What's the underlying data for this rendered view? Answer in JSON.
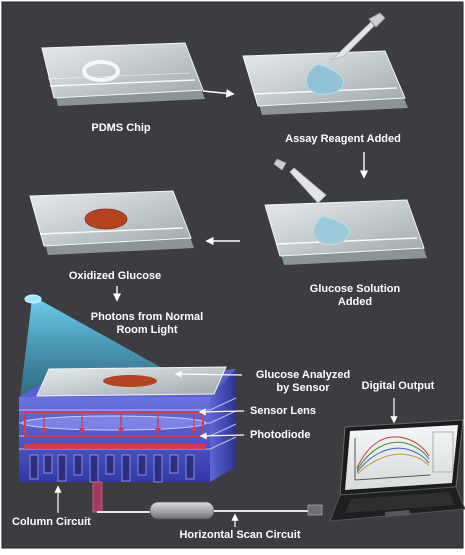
{
  "colors": {
    "background": "#3d3c40",
    "chip_glass": "#cdd3d6",
    "reagent": "#8fc2d6",
    "oxidized": "#b3441f",
    "light_beam": "#4ec3ea",
    "sensor_body": "#4b52c9",
    "sensor_red": "#d23a4e"
  },
  "labels": {
    "pdms_chip": "PDMS Chip",
    "assay_reagent": "Assay Reagent Added",
    "glucose_solution_line1": "Glucose Solution",
    "glucose_solution_line2": "Added",
    "oxidized_glucose": "Oxidized Glucose",
    "photons_line1": "Photons from Normal",
    "photons_line2": "Room Light",
    "glucose_analyzed_line1": "Glucose Analyzed",
    "glucose_analyzed_line2": "by Sensor",
    "sensor_lens": "Sensor Lens",
    "photodiode": "Photodiode",
    "digital_output": "Digital Output",
    "column_circuit": "Column Circuit",
    "horizontal_scan": "Horizontal Scan Circuit"
  },
  "icons": [
    "pipette-icon",
    "lamp-icon",
    "laptop-icon",
    "arrow-icon"
  ]
}
